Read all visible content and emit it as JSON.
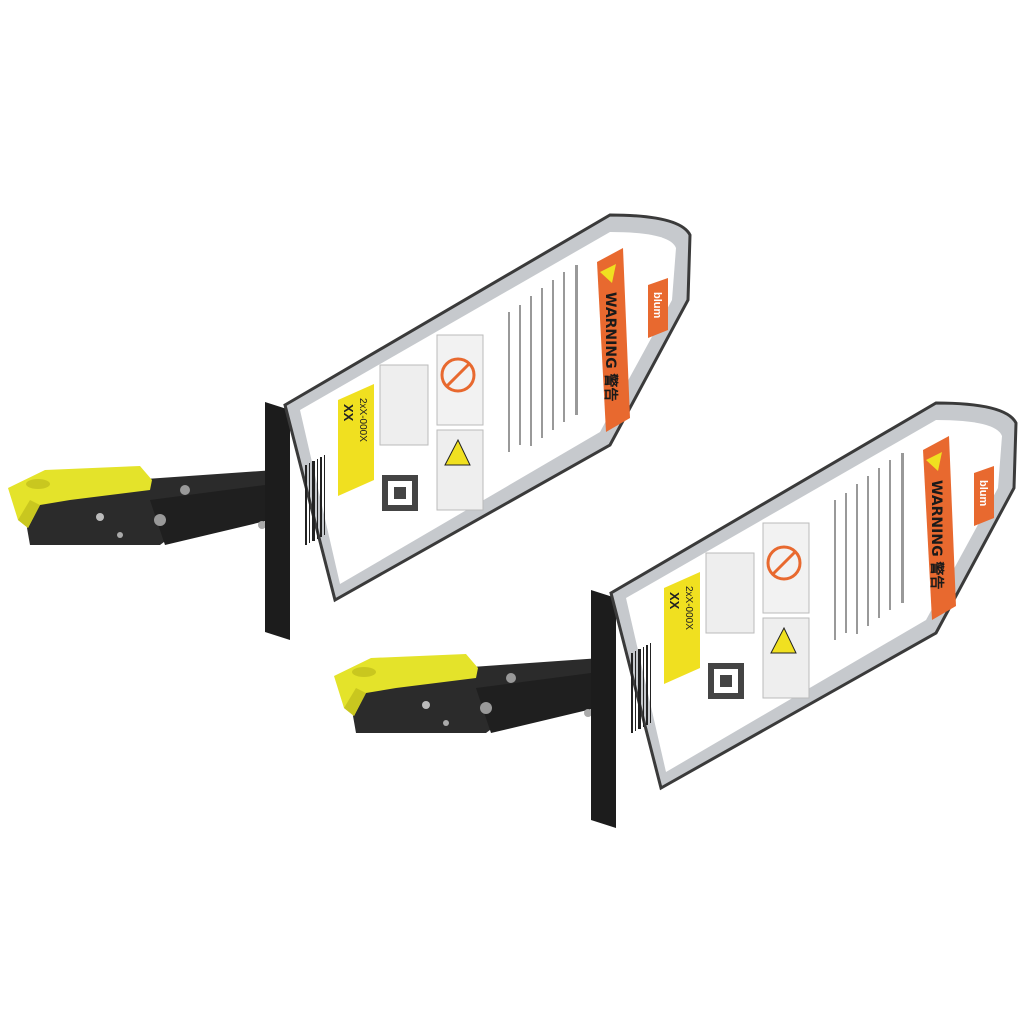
{
  "scene": {
    "units": [
      {
        "warning_label": "WARNING 警告",
        "brand": "blum",
        "size_code": "XX",
        "part_code": "2xX-000X"
      },
      {
        "warning_label": "WARNING 警告",
        "brand": "blum",
        "size_code": "XX",
        "part_code": "2xX-000X"
      }
    ],
    "colors": {
      "lever": "#e6e62a",
      "arm": "#2a2a2a",
      "housing": "#c9ccd0",
      "warning_strip": "#e8692f",
      "label": "#ffffff"
    }
  }
}
